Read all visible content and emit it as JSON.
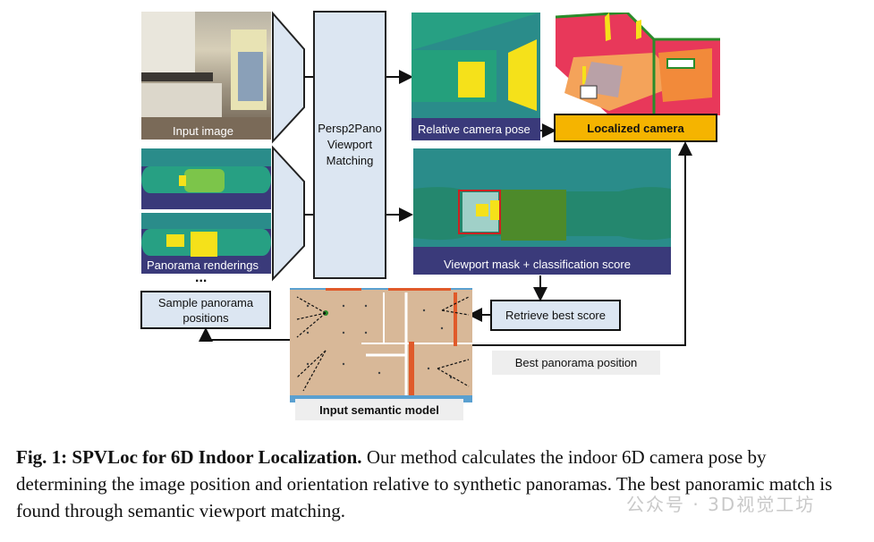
{
  "figure": {
    "input_image_label": "Input image",
    "panorama_renderings_label": "Panorama renderings",
    "ellipsis": "...",
    "persp2pano_lines": [
      "Persp2Pano",
      "Viewport",
      "Matching"
    ],
    "relative_pose_label": "Relative camera pose",
    "localized_camera_label": "Localized camera",
    "viewport_mask_label": "Viewport mask + classification score",
    "sample_positions_lines": [
      "Sample panorama",
      "positions"
    ],
    "retrieve_label": "Retrieve best score",
    "best_position_label": "Best panorama position",
    "semantic_model_label": "Input semantic model"
  },
  "caption": {
    "fig_label": "Fig. 1:",
    "title": "SPVLoc for 6D Indoor Localization.",
    "body": "Our method calculates the indoor 6D camera pose by determining the image position and orientation relative to synthetic panoramas. The best panoramic match is found through semantic viewport matching."
  },
  "watermark": "公众号 · 3D视觉工坊",
  "colors": {
    "teal": "#2a8c8a",
    "navy": "#3a3a7a",
    "yellow": "#f5e11a",
    "lime": "#7cc54a",
    "orange": "#f5b400",
    "panel_blue": "#dce6f2"
  }
}
